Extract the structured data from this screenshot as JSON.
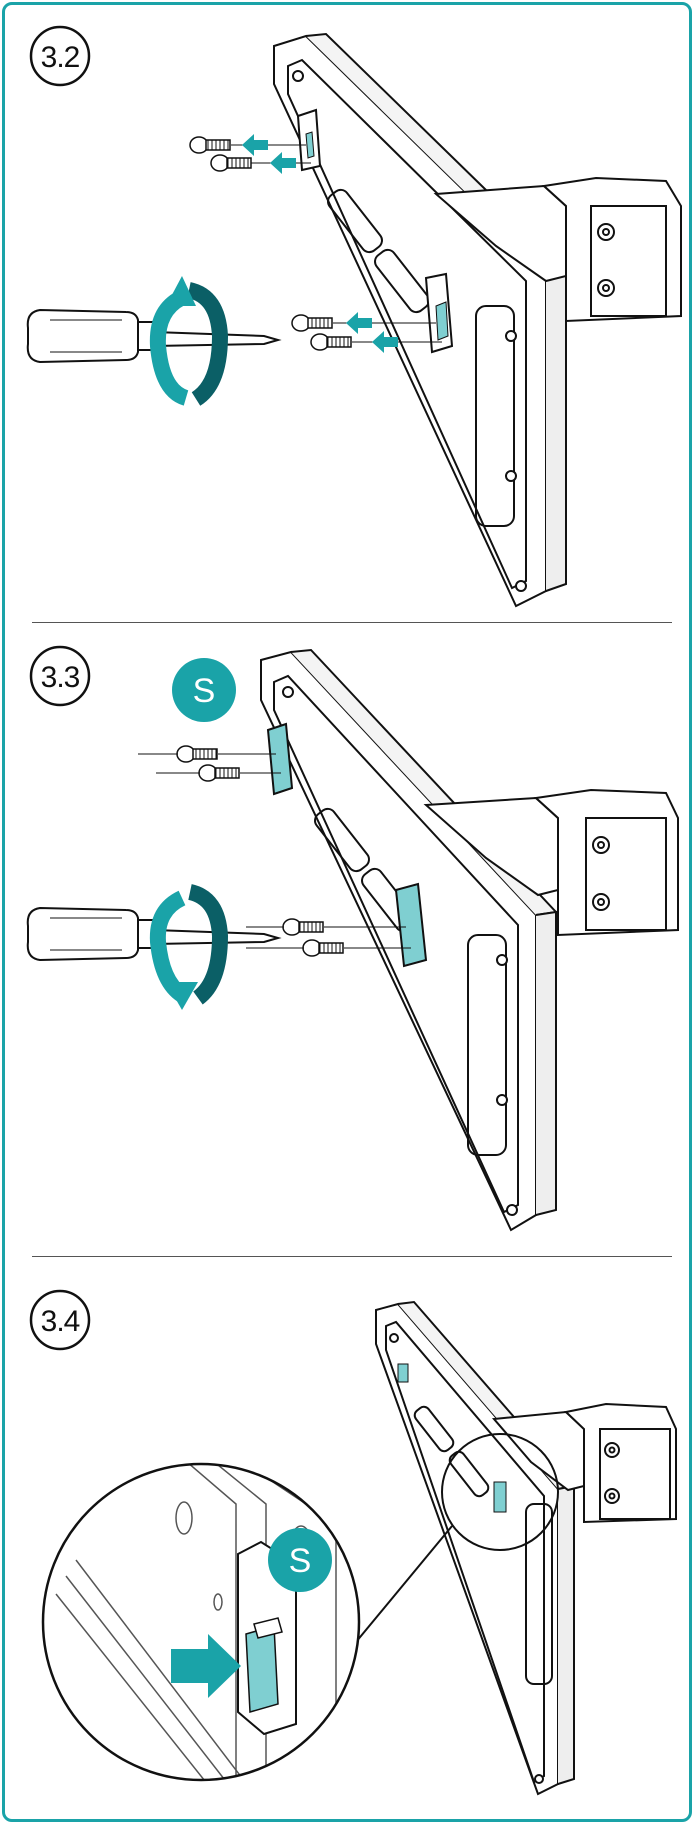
{
  "steps": [
    {
      "label": "3.2"
    },
    {
      "label": "3.3"
    },
    {
      "label": "3.4"
    }
  ],
  "s_badge": "S",
  "colors": {
    "accent": "#1aa3a8",
    "accent_dark": "#0b5f66",
    "line": "#111111",
    "divider": "#555555"
  },
  "icons": [
    "screwdriver-icon",
    "rotate-arrow-icon",
    "screw-icon",
    "push-arrow-icon",
    "magnify-circle-icon"
  ]
}
